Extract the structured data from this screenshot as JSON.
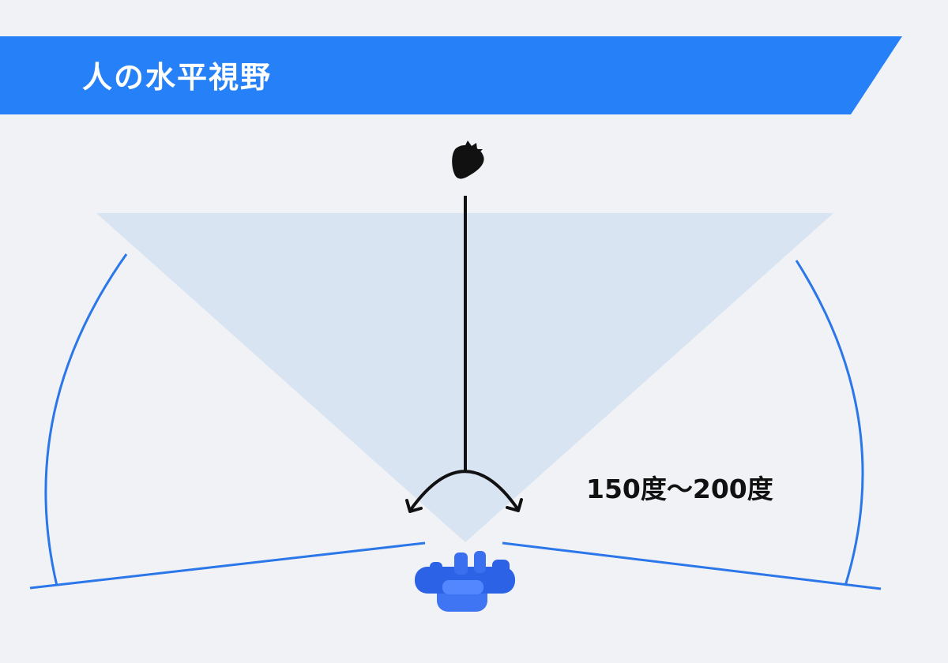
{
  "title": "人の水平視野",
  "angle_label": "150度〜200度",
  "colors": {
    "background": "#f0f2f5",
    "banner": "#2680f8",
    "field_of_view": "#d9e4f3",
    "arc_lines": "#2b77ea",
    "figure": "#2b62e6",
    "ink": "#111111"
  },
  "icons": {
    "target": "strawberry-icon",
    "viewer": "person-top-view-icon",
    "rotation": "double-headed-curved-arrow"
  }
}
